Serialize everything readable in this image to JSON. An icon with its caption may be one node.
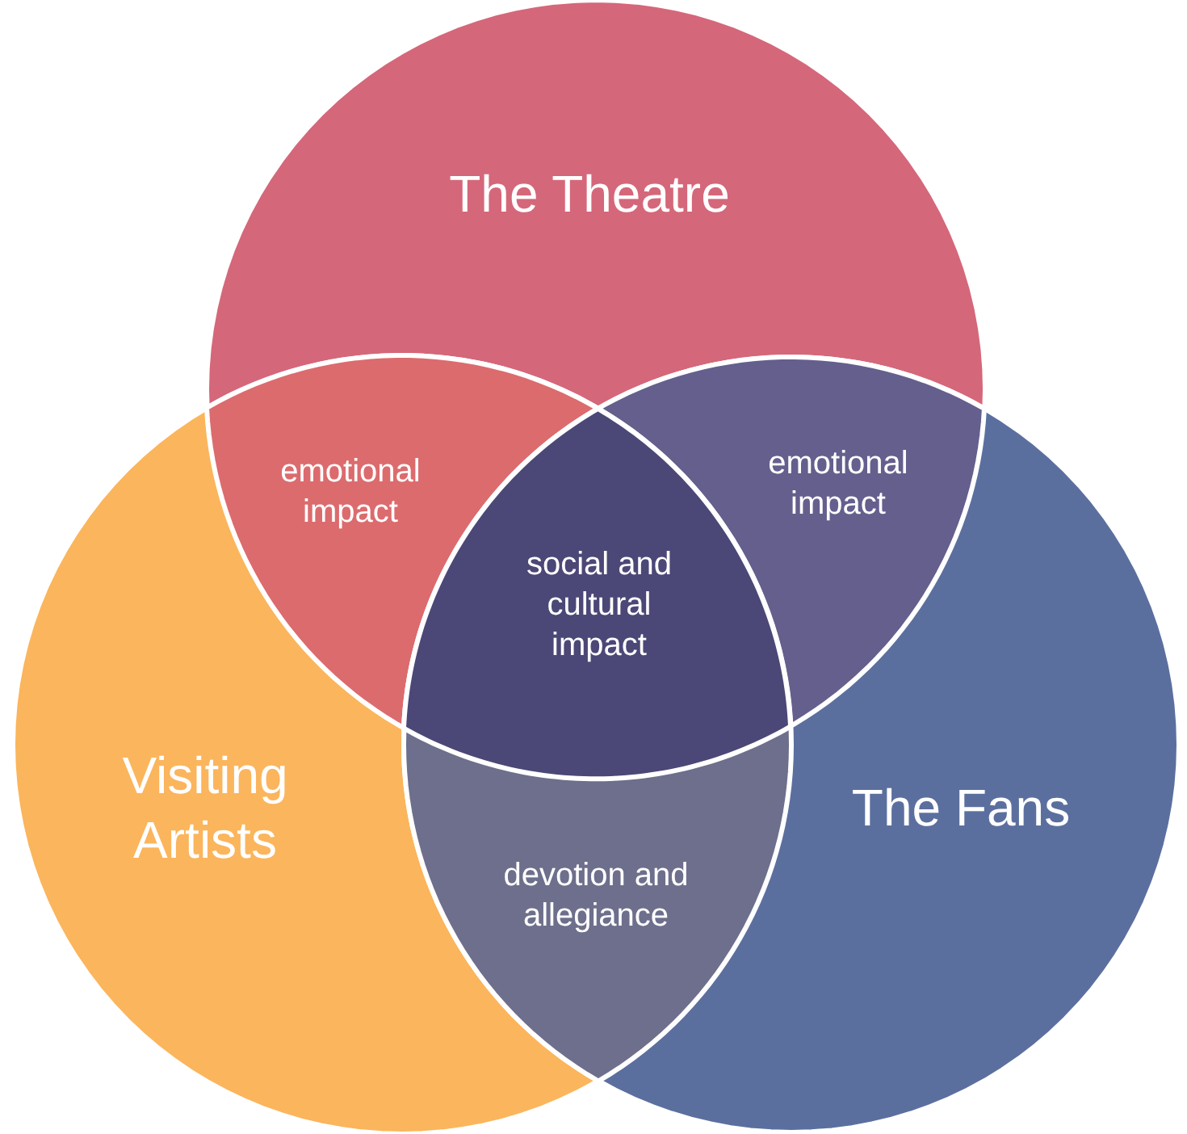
{
  "diagram": {
    "nodes": [
      {
        "text": [
          "The Theatre"
        ]
      },
      {
        "text": [
          "Visiting Artists"
        ]
      },
      {
        "text": [
          "The Fans"
        ]
      },
      {
        "text": [
          "emotional impact"
        ]
      },
      {
        "text": [
          "emotional impact"
        ]
      },
      {
        "text": [
          "social and cultural impact"
        ]
      },
      {
        "text": [
          "devotion and allegiance"
        ]
      }
    ]
  }
}
